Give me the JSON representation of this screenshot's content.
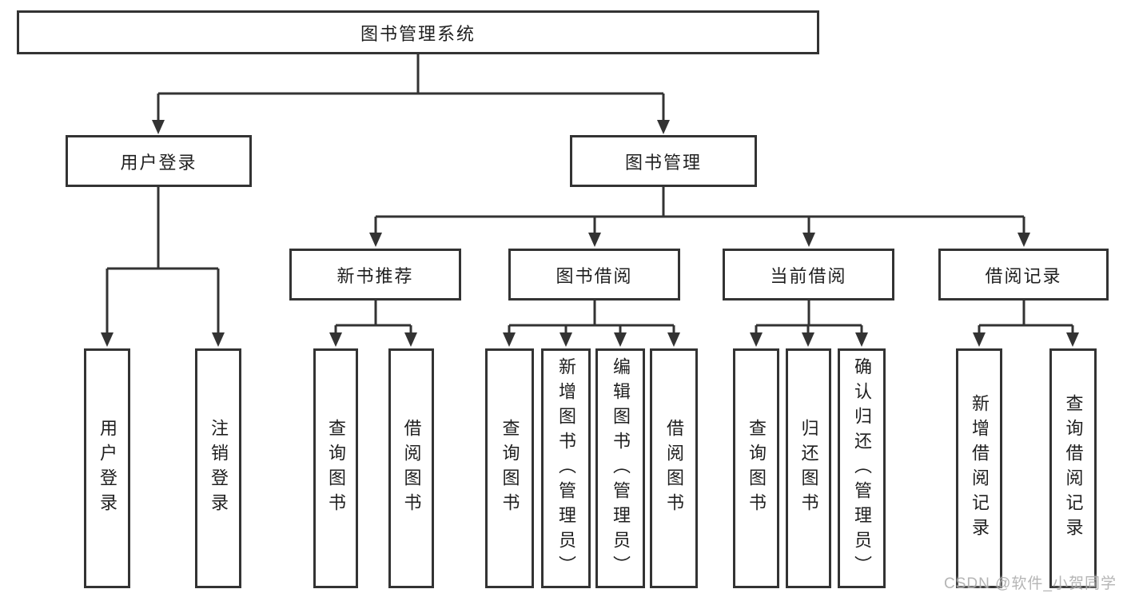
{
  "nodes": {
    "root": {
      "label": "图书管理系统"
    },
    "userLogin": {
      "label": "用户登录"
    },
    "bookMgmt": {
      "label": "图书管理"
    },
    "newBookRec": {
      "label": "新书推荐"
    },
    "bookBorrow": {
      "label": "图书借阅"
    },
    "currentBorrow": {
      "label": "当前借阅"
    },
    "borrowRecords": {
      "label": "借阅记录"
    },
    "leafUserLogin": {
      "label": "用户登录"
    },
    "leafLogout": {
      "label": "注销登录"
    },
    "leafQueryBooks1": {
      "label": "查询图书"
    },
    "leafBorrowBooks1": {
      "label": "借阅图书"
    },
    "leafQueryBooks2": {
      "label": "查询图书"
    },
    "leafAddBook": {
      "label": "新增图书（管理员）"
    },
    "leafEditBook": {
      "label": "编辑图书（管理员）"
    },
    "leafBorrowBooks2": {
      "label": "借阅图书"
    },
    "leafQueryBooks3": {
      "label": "查询图书"
    },
    "leafReturnBook": {
      "label": "归还图书"
    },
    "leafConfirmReturn": {
      "label": "确认归还（管理员）"
    },
    "leafAddBorrowRecord": {
      "label": "新增借阅记录"
    },
    "leafQueryBorrowRecord": {
      "label": "查询借阅记录"
    }
  },
  "watermark": {
    "text": "CSDN @软件_小贺同学"
  },
  "colors": {
    "line": "#333333",
    "box_border": "#333333",
    "text": "#1f1f1f",
    "background": "#ffffff",
    "watermark": "#a8a8a8"
  }
}
